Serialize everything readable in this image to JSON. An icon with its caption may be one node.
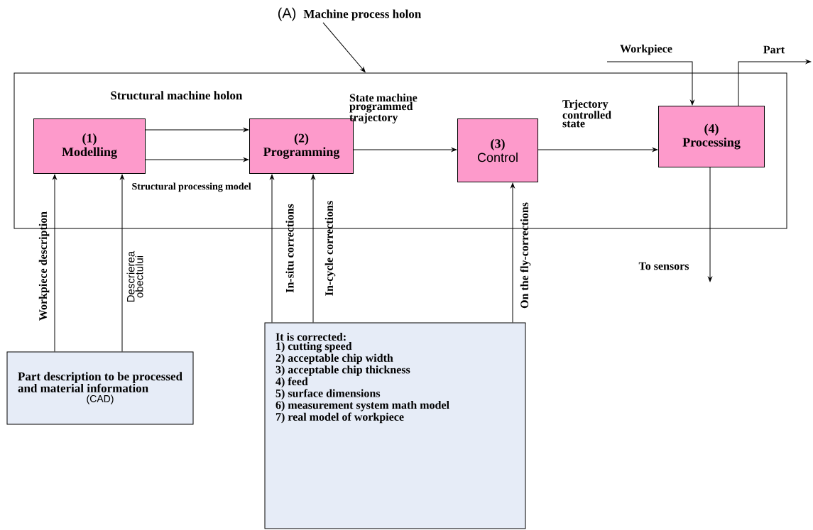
{
  "diagram": {
    "nodes": [
      {
        "text": [
          "Structural machine holon"
        ]
      },
      {
        "text": [
          "(A)",
          "Machine process holon"
        ]
      },
      {
        "text": [
          "(1)",
          "Modelling"
        ],
        "in": 0
      },
      {
        "text": [
          "(2)",
          "Programming"
        ],
        "in": 0
      },
      {
        "text": [
          "(3)",
          "Control"
        ],
        "in": 0
      },
      {
        "text": [
          "(4)",
          "Processing"
        ],
        "in": 0
      },
      {
        "text": [
          "Part description to be processed and material information",
          "(CAD)"
        ]
      },
      {
        "text": [
          "It is corrected:",
          "1) cutting speed",
          "2) acceptable chip width",
          "3) acceptable  chip thickness",
          "4) feed",
          "5) surface dimensions",
          "6) measurement system math model",
          "7) real model of workpiece"
        ]
      }
    ],
    "edges": [
      {
        "from": 1,
        "to": 0,
        "arrow": "to"
      },
      {
        "from": 2,
        "to": 3,
        "arrow": "to"
      },
      {
        "from": 2,
        "to": 3,
        "arrow": "to"
      },
      {
        "from": 3,
        "to": 4,
        "arrow": "to",
        "label": "State machine programmed trajectory"
      },
      {
        "from": 4,
        "to": 5,
        "arrow": "to",
        "label": "Trjectory controlled state"
      },
      {
        "from": null,
        "to": 5,
        "arrow": "to",
        "label": "Workpiece"
      },
      {
        "from": 5,
        "to": null,
        "arrow": "to",
        "label": "Part"
      },
      {
        "from": 5,
        "to": null,
        "arrow": "to",
        "label": "To sensors"
      },
      {
        "from": 6,
        "to": 2,
        "arrow": "to",
        "label": "Workpiece description"
      },
      {
        "from": 6,
        "to": 2,
        "arrow": "to",
        "label": "Descrierea obectului"
      },
      {
        "from": 7,
        "to": 3,
        "arrow": "to",
        "label": "In-situ corrections"
      },
      {
        "from": 7,
        "to": 3,
        "arrow": "to",
        "label": "In-cycle corrections"
      },
      {
        "from": 7,
        "to": 4,
        "arrow": "to",
        "label": "On the fly-corrections"
      }
    ],
    "labels": [
      "Structural processing model"
    ]
  }
}
